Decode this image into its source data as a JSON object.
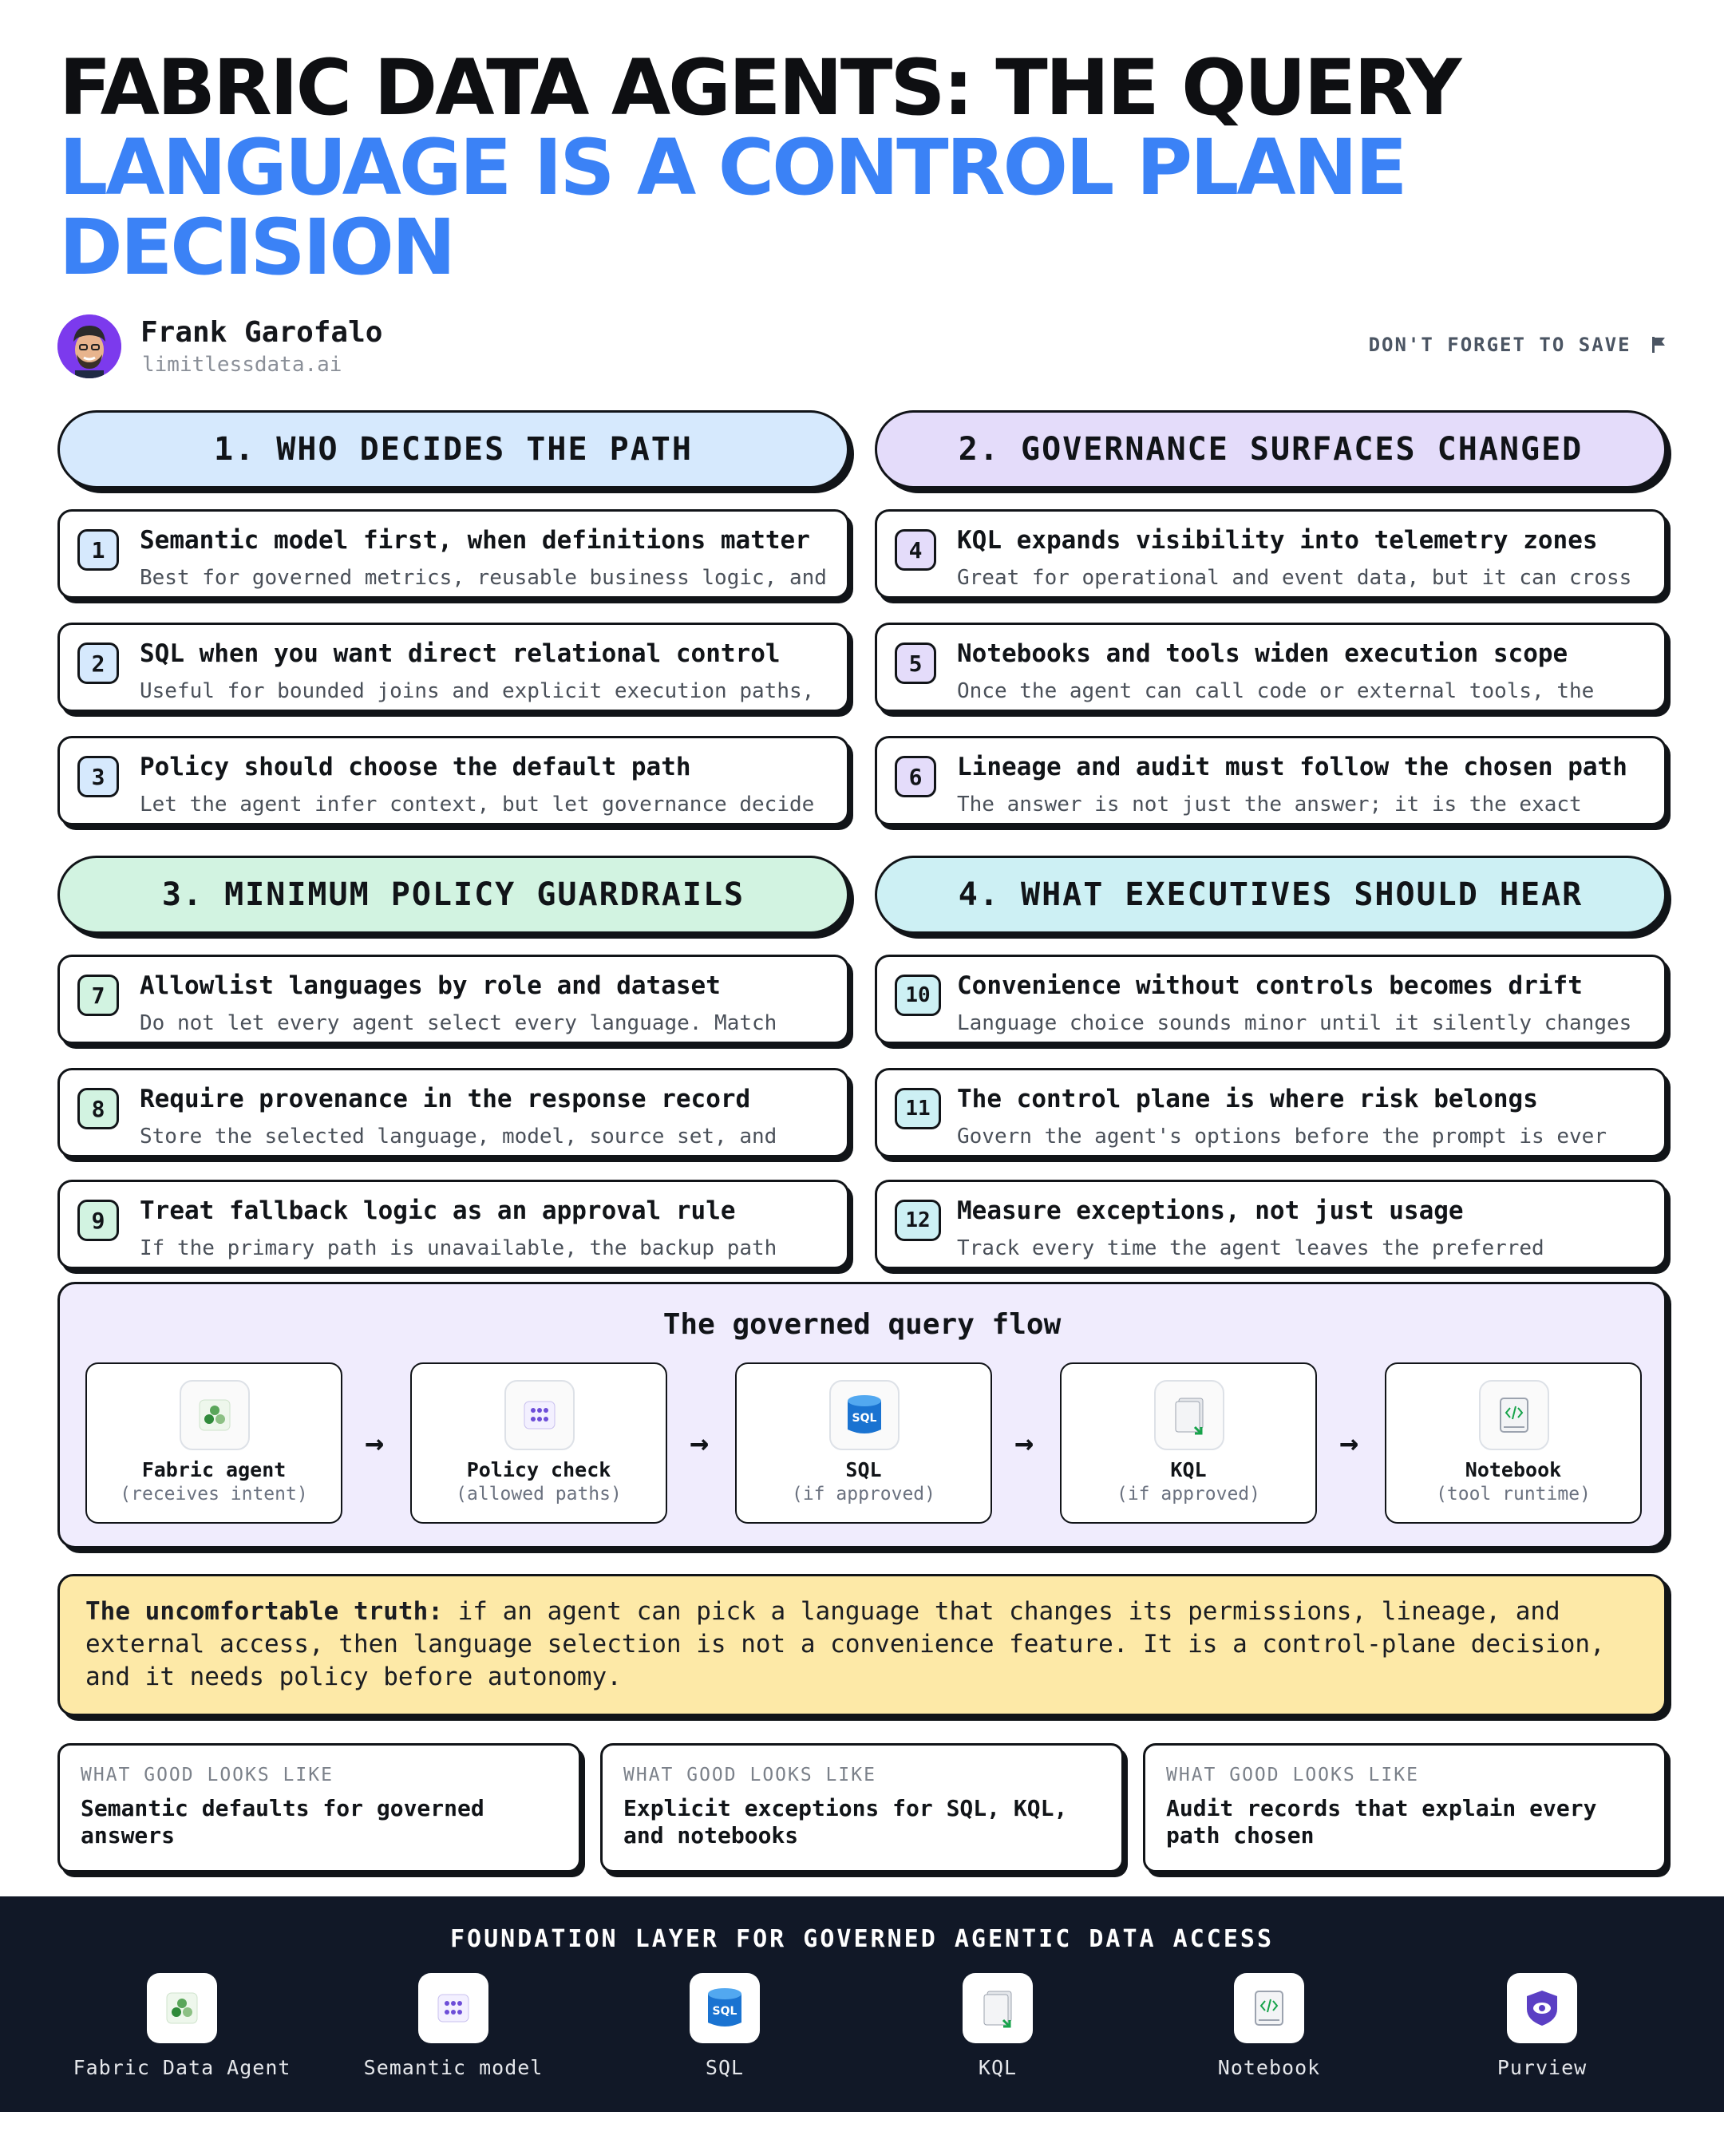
{
  "title": {
    "line1": "FABRIC DATA AGENTS: THE QUERY",
    "line2": "LANGUAGE IS A CONTROL PLANE",
    "line3": "DECISION"
  },
  "author": {
    "name": "Frank Garofalo",
    "site": "limitlessdata.ai"
  },
  "save_note": "DON'T FORGET TO SAVE",
  "colors": {
    "accent": "#3b82f6",
    "hdr1": "#d6e9fd",
    "hdr2": "#e4dcfa",
    "hdr3": "#d2f3e1",
    "hdr4": "#cdf0f4",
    "truth": "#fde9a7",
    "footer": "#111827"
  },
  "sections": [
    {
      "header": "1. WHO DECIDES THE PATH",
      "items": [
        {
          "num": "1",
          "title": "Semantic model first, when definitions matter",
          "body": "Best for governed metrics, reusable business logic, and answers that must stay aligned to certified"
        },
        {
          "num": "2",
          "title": "SQL when you want direct relational control",
          "body": "Useful for bounded joins and explicit execution paths, but it bypasses the safer abstraction of the model"
        },
        {
          "num": "3",
          "title": "Policy should choose the default path",
          "body": "Let the agent infer context, but let governance decide which sources and languages are allowed."
        }
      ]
    },
    {
      "header": "2. GOVERNANCE SURFACES CHANGED",
      "items": [
        {
          "num": "4",
          "title": "KQL expands visibility into telemetry zones",
          "body": "Great for operational and event data, but it can cross a boundary that business users never intended to cross."
        },
        {
          "num": "5",
          "title": "Notebooks and tools widen execution scope",
          "body": "Once the agent can call code or external tools, the review surface includes runtime, libraries, and"
        },
        {
          "num": "6",
          "title": "Lineage and audit must follow the chosen path",
          "body": "The answer is not just the answer; it is the exact source, language, identity, and tool chain that produced it."
        }
      ]
    },
    {
      "header": "3. MINIMUM POLICY GUARDRAILS",
      "items": [
        {
          "num": "7",
          "title": "Allowlist languages by role and dataset",
          "body": "Do not let every agent select every language. Match permissions to the data boundary and the business"
        },
        {
          "num": "8",
          "title": "Require provenance in the response record",
          "body": "Store the selected language, model, source set, and executing identity so review is possible after the"
        },
        {
          "num": "9",
          "title": "Treat fallback logic as an approval rule",
          "body": "If the primary path is unavailable, the backup path should be a governed decision, not an automatic escape"
        }
      ]
    },
    {
      "header": "4. WHAT EXECUTIVES SHOULD HEAR",
      "items": [
        {
          "num": "10",
          "title": "Convenience without controls becomes drift",
          "body": "Language choice sounds minor until it silently changes which permissions, lineage boundaries, and external"
        },
        {
          "num": "11",
          "title": "The control plane is where risk belongs",
          "body": "Govern the agent's options before the prompt is ever written, and keep business users out of policy design"
        },
        {
          "num": "12",
          "title": "Measure exceptions, not just usage",
          "body": "Track every time the agent leaves the preferred semantic path so risk is visible before it becomes"
        }
      ]
    }
  ],
  "flow": {
    "title": "The governed query flow",
    "arrow": "→",
    "steps": [
      {
        "name": "Fabric agent",
        "sub": "(receives intent)",
        "icon": "fabric-agent-icon"
      },
      {
        "name": "Policy check",
        "sub": "(allowed paths)",
        "icon": "policy-dots-icon"
      },
      {
        "name": "SQL",
        "sub": "(if approved)",
        "icon": "sql-database-icon"
      },
      {
        "name": "KQL",
        "sub": "(if approved)",
        "icon": "kql-document-icon"
      },
      {
        "name": "Notebook",
        "sub": "(tool runtime)",
        "icon": "notebook-code-icon"
      }
    ]
  },
  "truth": {
    "lead": "The uncomfortable truth:",
    "text": " if an agent can pick a language that changes its permissions, lineage, and external access, then language selection is not a convenience feature. It is a control-plane decision, and it needs policy before autonomy."
  },
  "good": [
    {
      "kicker": "WHAT GOOD LOOKS LIKE",
      "text": "Semantic defaults for governed answers"
    },
    {
      "kicker": "WHAT GOOD LOOKS LIKE",
      "text": "Explicit exceptions for SQL, KQL, and notebooks"
    },
    {
      "kicker": "WHAT GOOD LOOKS LIKE",
      "text": "Audit records that explain every path chosen"
    }
  ],
  "footer": {
    "title": "FOUNDATION LAYER FOR GOVERNED AGENTIC DATA ACCESS",
    "items": [
      {
        "label": "Fabric Data Agent",
        "icon": "fabric-agent-icon"
      },
      {
        "label": "Semantic model",
        "icon": "semantic-model-icon"
      },
      {
        "label": "SQL",
        "icon": "sql-database-icon"
      },
      {
        "label": "KQL",
        "icon": "kql-document-icon"
      },
      {
        "label": "Notebook",
        "icon": "notebook-code-icon"
      },
      {
        "label": "Purview",
        "icon": "purview-shield-icon"
      }
    ],
    "sql_badge": "SQL"
  }
}
